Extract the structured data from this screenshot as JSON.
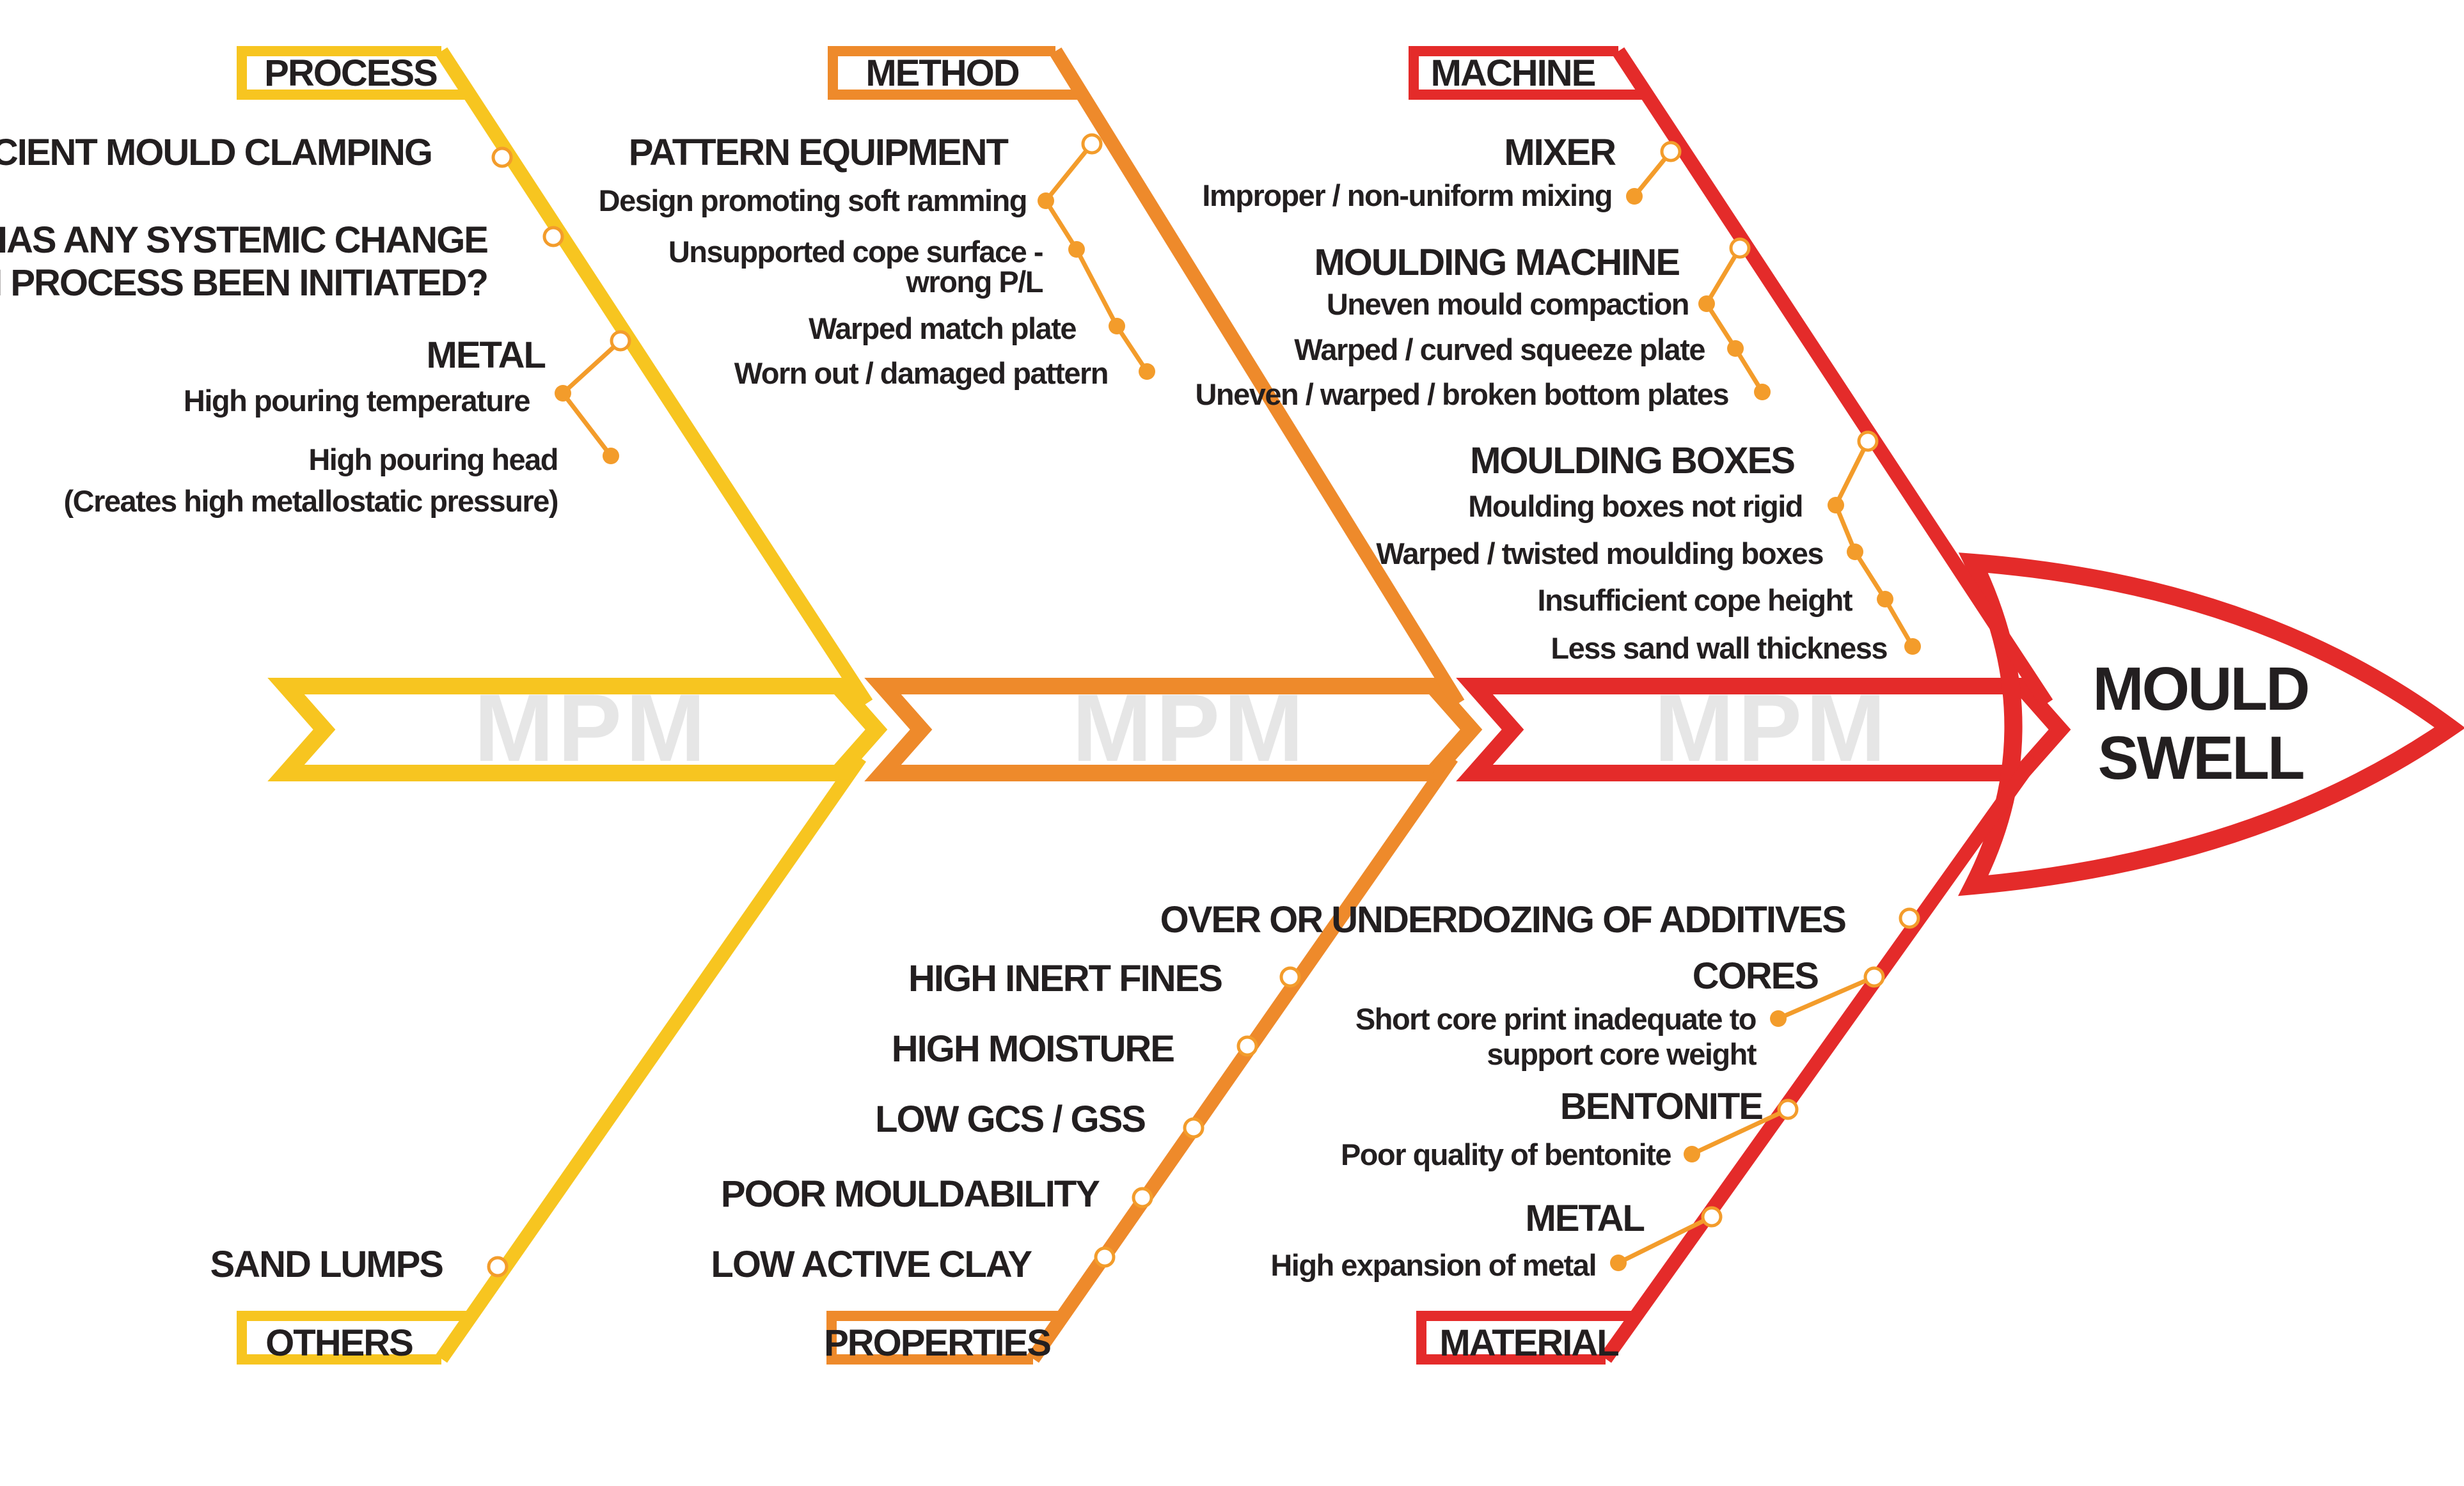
{
  "colors": {
    "yellow": "#f7c520",
    "orange": "#ee8a2b",
    "red": "#e42b2a",
    "text": "#231f20",
    "watermark": "#e6e6e6",
    "dot": "#f39c2b"
  },
  "effect": {
    "line1": "MOULD",
    "line2": "SWELL"
  },
  "watermark": "MPM",
  "categories": {
    "process": "PROCESS",
    "method": "METHOD",
    "machine": "MACHINE",
    "others": "OTHERS",
    "properties": "PROPERTIES",
    "material": "MATERIAL"
  },
  "process": {
    "c1": "INSUFFICIENT MOULD CLAMPING",
    "c2a": "HAS ANY SYSTEMIC CHANGE",
    "c2b": "IN PROCESS BEEN INITIATED?",
    "metal": "METAL",
    "metal_s1": "High pouring temperature",
    "metal_s2a": "High pouring head",
    "metal_s2b": "(Creates high metallostatic pressure)"
  },
  "method": {
    "pattern": "PATTERN EQUIPMENT",
    "s1": "Design promoting soft ramming",
    "s2a": "Unsupported cope surface -",
    "s2b": "wrong P/L",
    "s3": "Warped match plate",
    "s4": "Worn out / damaged pattern"
  },
  "machine": {
    "mixer": "MIXER",
    "mixer_s1": "Improper / non-uniform mixing",
    "mm": "MOULDING MACHINE",
    "mm_s1": "Uneven mould compaction",
    "mm_s2": "Warped / curved squeeze plate",
    "mm_s3": "Uneven / warped / broken bottom plates",
    "mb": "MOULDING BOXES",
    "mb_s1": "Moulding boxes not rigid",
    "mb_s2": "Warped / twisted moulding boxes",
    "mb_s3": "Insufficient cope height",
    "mb_s4": "Less sand wall thickness"
  },
  "others": {
    "c1": "SAND LUMPS"
  },
  "properties": {
    "c1": "HIGH INERT FINES",
    "c2": "HIGH MOISTURE",
    "c3": "LOW GCS / GSS",
    "c4": "POOR MOULDABILITY",
    "c5": "LOW ACTIVE CLAY"
  },
  "material": {
    "additives": "OVER OR UNDERDOZING OF ADDITIVES",
    "cores": "CORES",
    "cores_s1a": "Short core print inadequate to",
    "cores_s1b": "support core weight",
    "bentonite": "BENTONITE",
    "bentonite_s1": "Poor quality of bentonite",
    "metal": "METAL",
    "metal_s1": "High expansion of metal"
  }
}
